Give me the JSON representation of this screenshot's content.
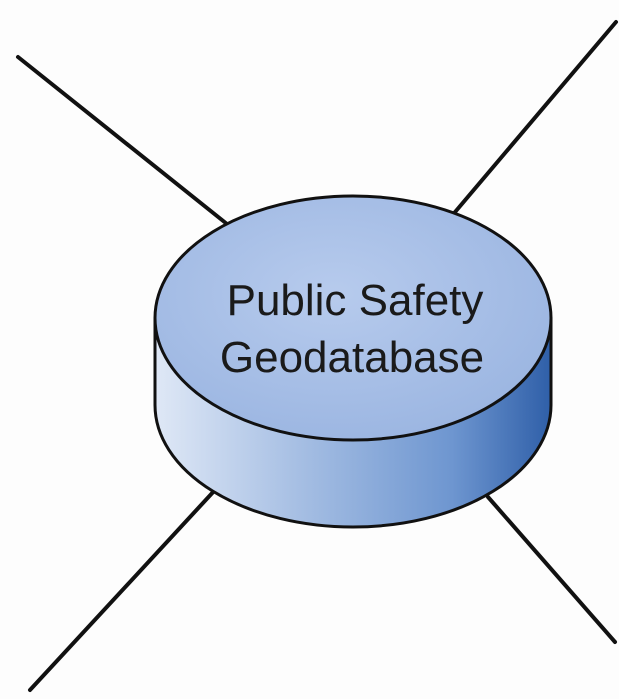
{
  "diagram": {
    "center_node": {
      "label_line1": "Public Safety",
      "label_line2": "Geodatabase",
      "shape": "database-cylinder",
      "top_color": "#a9c0e6",
      "side_color": "#6f97d2",
      "outline_color": "#111111"
    },
    "connectors": [
      {
        "direction": "up-left"
      },
      {
        "direction": "up-right"
      },
      {
        "direction": "down-left"
      },
      {
        "direction": "down-right"
      }
    ],
    "line_color": "#111111",
    "background_color": "#fdfdfd"
  }
}
